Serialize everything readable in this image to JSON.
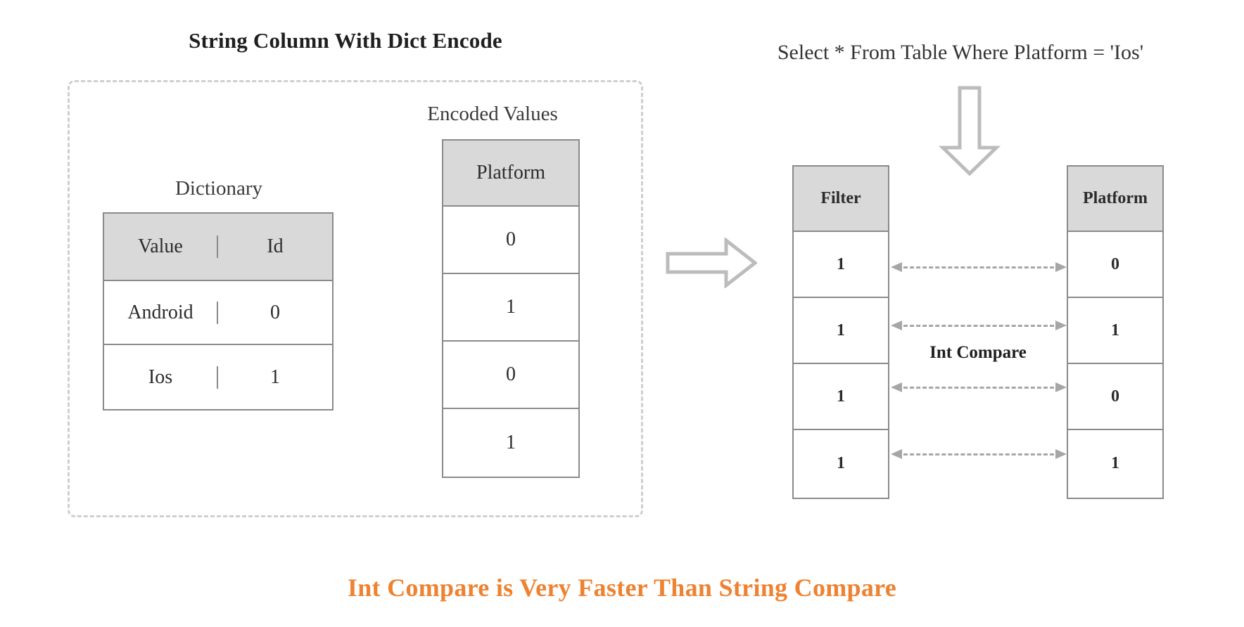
{
  "colors": {
    "accent_orange": "#ee8231",
    "header_fill": "#d9d9d9",
    "table_border": "#8a8a8a",
    "dashed_border": "#cfcfcf",
    "arrow_stroke": "#bcbcbc",
    "dashed_arrow": "#a6a6a6",
    "text": "#2b2b2b"
  },
  "left_panel": {
    "title": "String Column With Dict Encode",
    "dictionary": {
      "caption": "Dictionary",
      "columns": [
        "Value",
        "Id"
      ],
      "rows": [
        [
          "Android",
          "0"
        ],
        [
          "Ios",
          "1"
        ]
      ]
    },
    "encoded_values": {
      "caption": "Encoded Values",
      "column": "Platform",
      "values": [
        "0",
        "1",
        "0",
        "1"
      ]
    }
  },
  "right_panel": {
    "query": "Select * From Table Where Platform = 'Ios'",
    "filter_table": {
      "column": "Filter",
      "values": [
        "1",
        "1",
        "1",
        "1"
      ]
    },
    "result_table": {
      "column": "Platform",
      "values": [
        "0",
        "1",
        "0",
        "1"
      ]
    },
    "compare_label": "Int Compare",
    "compare_rows": 4
  },
  "icons": {
    "block-arrow-right-icon": "block-arrow-right",
    "block-arrow-down-icon": "block-arrow-down",
    "double-arrow-dashed-icon": "double-arrow-dashed"
  },
  "footer": {
    "caption": "Int Compare is Very Faster Than String Compare"
  }
}
